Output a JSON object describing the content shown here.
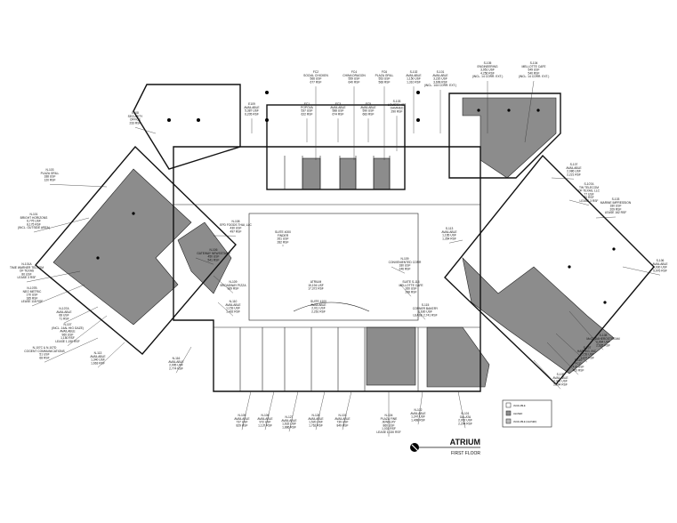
{
  "title": "ATRIUM",
  "subtitle": "FIRST FLOOR",
  "colors": {
    "leased": "#8c8c8c",
    "available": "#ffffff",
    "walls": "#111111"
  },
  "legend": [
    {
      "label": "AVAILABLE",
      "fill": "#ffffff"
    },
    {
      "label": "LEASED",
      "fill": "#8c8c8c"
    },
    {
      "label": "AVAILABLE (LEASED)",
      "fill": "#bdbdbd"
    }
  ],
  "icons": {
    "north_arrow": "north-arrow-icon"
  },
  "labels": [
    {
      "id": "e108",
      "lines": [
        "E108",
        "SECURITY",
        "OFFICE",
        "233 RSF"
      ]
    },
    {
      "id": "e109",
      "lines": [
        "E109",
        "AVAILABLE",
        "5,387 USF",
        "6,205 RSF"
      ]
    },
    {
      "id": "fc2",
      "lines": [
        "FC2",
        "SOCIAL CHICKEN",
        "566 USF",
        "677 RSF"
      ]
    },
    {
      "id": "fc4",
      "lines": [
        "FC4",
        "CHINA DRAGON",
        "559 USF",
        "640 RSF"
      ]
    },
    {
      "id": "fc6",
      "lines": [
        "FC6",
        "PLAZA GRILL",
        "553 USF",
        "568 RSF"
      ]
    },
    {
      "id": "s102",
      "lines": [
        "S-102",
        "AVAILABLE",
        "1,150 USF",
        "1,310 RSF"
      ]
    },
    {
      "id": "s101",
      "lines": [
        "S-101",
        "AVAILABLE",
        "3,220 USF",
        "3,699 RSF",
        "(INCL. 144 CORR. EXT.)"
      ]
    },
    {
      "id": "s105",
      "lines": [
        "S-105",
        "ENGINEERING",
        "3,951 USF",
        "4,256 RSF",
        "(INCL. 14 CORR. EXT.)"
      ]
    },
    {
      "id": "s104",
      "lines": [
        "S-104",
        "MELLOTTE CAFE",
        "549 USF",
        "540 RSF",
        "(INCL. 14 CORR. EXT.)"
      ]
    },
    {
      "id": "fc1",
      "lines": [
        "FC1",
        "POPOVA",
        "537 USF",
        "622 RSF"
      ]
    },
    {
      "id": "fc3",
      "lines": [
        "FC3",
        "AVAILABLE",
        "588 USF",
        "674 RSF"
      ]
    },
    {
      "id": "fc5",
      "lines": [
        "FC5",
        "AVAILABLE",
        "590 USF",
        "683 RSF"
      ]
    },
    {
      "id": "s103",
      "lines": [
        "S-103",
        "LOUIE'S HOT",
        "DAMMED",
        "290 RSF"
      ]
    },
    {
      "id": "n103",
      "lines": [
        "N-103",
        "PLAZA GRILL",
        "188 USF",
        "120 RSF"
      ]
    },
    {
      "id": "n101",
      "lines": [
        "N-101",
        "BRIGHT HORIZONS",
        "6,775 USF",
        "8,175 RSF",
        "(INCL. OUTSIDE AREA)"
      ]
    },
    {
      "id": "n101a",
      "lines": [
        "N-101A",
        "TIME WARNER TELCOM",
        "OF TEXAS",
        "80 USF",
        "LEASE 3 RSF"
      ]
    },
    {
      "id": "neo",
      "lines": [
        "N-107B",
        "NEO METRIC",
        "170 USF",
        "185 RSF",
        "LEASE 118 RSF"
      ]
    },
    {
      "id": "n107a",
      "lines": [
        "N-107A",
        "AVAILABLE",
        "68 USF",
        "71 RSF"
      ]
    },
    {
      "id": "n107",
      "lines": [
        "N-107",
        "(INCL. 14AL HIG GAZE)",
        "AVAILABLE",
        "960 USF",
        "1,150 RSF",
        "LEASE 1,150 RSF"
      ]
    },
    {
      "id": "n107c",
      "lines": [
        "N-107C & N-107D",
        "COGENT COMMUNICATIONS",
        "51 USF",
        "68 RSF"
      ]
    },
    {
      "id": "n113",
      "lines": [
        "N-113",
        "AVAILABLE",
        "1,340 USF",
        "1,663 RSF"
      ]
    },
    {
      "id": "n108",
      "lines": [
        "N-108",
        "EPD FOODS THAI, LLC",
        "430 USF",
        "497 RSF"
      ]
    },
    {
      "id": "n106g",
      "lines": [
        "N-106",
        "GATEWAY NEWSSTAND",
        "450 USF",
        "541 RSF"
      ]
    },
    {
      "id": "n109",
      "lines": [
        "N-109",
        "BROADWAY PIZZA",
        "969 RSF"
      ]
    },
    {
      "id": "n110",
      "lines": [
        "N-110",
        "AVAILABLE",
        "1,153 USF",
        "1,402 RSF"
      ]
    },
    {
      "id": "suite4000",
      "lines": [
        "SUITE 4000",
        "FINDER",
        "261 USF",
        "282 RSF"
      ]
    },
    {
      "id": "conv",
      "lines": [
        "N-109",
        "CONVENIENTED CORR",
        "180 USF",
        "246 RSF"
      ]
    },
    {
      "id": "atrium",
      "lines": [
        "ATRIUM",
        "15,194 USF",
        "17,372 RSF"
      ]
    },
    {
      "id": "suite4100",
      "lines": [
        "SUITE 4100",
        "AVAILABLE",
        "2,011 USF",
        "2,261 RSF"
      ]
    },
    {
      "id": "s114",
      "lines": [
        "SUITE S-114",
        "MELLOTTE CAFE",
        "260 USF",
        "298 RSF"
      ]
    },
    {
      "id": "s115",
      "lines": [
        "S-115",
        "CORNER BAKERY",
        "1,630 USF",
        "LEASE 2,741 RSF"
      ]
    },
    {
      "id": "s113",
      "lines": [
        "S-113",
        "AVAILABLE",
        "1,165 USF",
        "1,354 RSF"
      ]
    },
    {
      "id": "s107",
      "lines": [
        "S-107",
        "AVAILABLE",
        "2,086 USF",
        "2,221 RSF"
      ]
    },
    {
      "id": "s107a",
      "lines": [
        "S-107A",
        "TW TELECOM",
        "OF TEXAS, LLC",
        "77 USF",
        "80 RSF",
        "LEASE 3 RSF"
      ]
    },
    {
      "id": "s103m",
      "lines": [
        "S-103",
        "MARINE IMPRESSION",
        "180 USF",
        "209 RSF",
        "LEASE 162 RSF"
      ]
    },
    {
      "id": "s106",
      "lines": [
        "S-106",
        "AVAILABLE",
        "4,930 USF",
        "5,976 RSF"
      ]
    },
    {
      "id": "s108",
      "lines": [
        "S-108",
        "McCODAHEROSTREAM",
        "2,664 USF",
        "2,335 RSF"
      ]
    },
    {
      "id": "s107h",
      "lines": [
        "S-107",
        "HAPPEG, INC.",
        "1,153 USF",
        "1,207 RSF"
      ]
    },
    {
      "id": "s110",
      "lines": [
        "S-110",
        "FCO",
        "419 USF",
        "463 RSF"
      ]
    },
    {
      "id": "s109",
      "lines": [
        "S-109",
        "AVAILABLE",
        "2,471 USF",
        "2,894 RSF"
      ]
    },
    {
      "id": "n116",
      "lines": [
        "N-116",
        "AVAILABLE",
        "2,095 USF",
        "2,774 RSF"
      ]
    },
    {
      "id": "n105",
      "lines": [
        "N-105",
        "AVAILABLE",
        "737 USF",
        "829 RSF"
      ]
    },
    {
      "id": "n106",
      "lines": [
        "N-106",
        "AVAILABLE",
        "972 USF",
        "1,137 RSF"
      ]
    },
    {
      "id": "n127",
      "lines": [
        "N-127",
        "AVAILABLE",
        "1,632 USF",
        "1,886 RSF"
      ]
    },
    {
      "id": "n128",
      "lines": [
        "N-128",
        "AVAILABLE",
        "1,520 USF",
        "1,762 RSF"
      ]
    },
    {
      "id": "n103b",
      "lines": [
        "N-103",
        "AVAILABLE",
        "739 USF",
        "849 RSF"
      ]
    },
    {
      "id": "n104",
      "lines": [
        "N-104",
        "PLAZA FINE",
        "JEWELRY",
        "860 USF",
        "1,031 RSF",
        "LEASE 1,020 RSF"
      ]
    },
    {
      "id": "n102",
      "lines": [
        "N-102",
        "AVAILABLE",
        "1,247 USF",
        "1,408 RSF"
      ]
    },
    {
      "id": "n101g",
      "lines": [
        "N-101",
        "GALATA",
        "2,062 USF",
        "2,294 RSF"
      ]
    }
  ]
}
